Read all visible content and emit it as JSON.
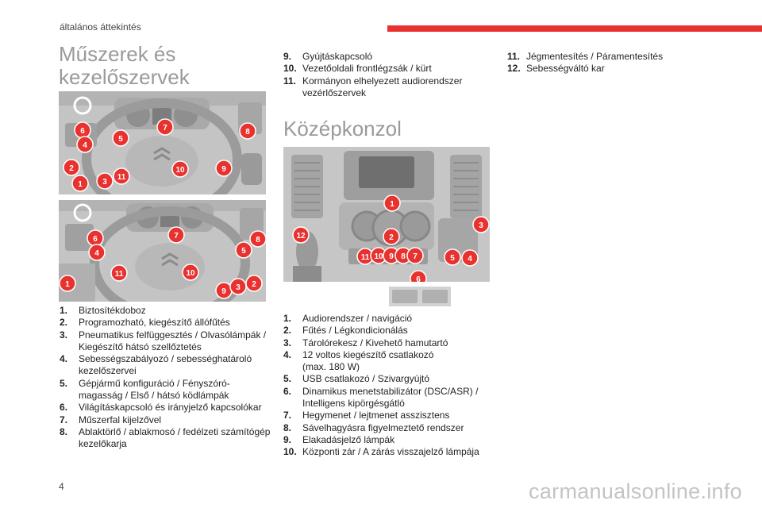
{
  "header": {
    "section": "általános áttekintés",
    "accent_color": "#e8322f"
  },
  "page_number": "4",
  "watermark": "carmanualsonline.info",
  "section1": {
    "title_line1": "Műszerek és",
    "title_line2": "kezelőszervek",
    "items": [
      {
        "num": "1.",
        "text": "Biztosítékdoboz"
      },
      {
        "num": "2.",
        "text": "Programozható, kiegészítő állófűtés"
      },
      {
        "num": "3.",
        "text": "Pneumatikus felfüggesztés / Olvasólámpák / Kiegészítő hátsó szellőztetés"
      },
      {
        "num": "4.",
        "text": "Sebességszabályozó / sebességhatároló kezelőszervei"
      },
      {
        "num": "5.",
        "text": "Gépjármű konfiguráció / Fényszóró-magasság / Első / hátsó ködlámpák"
      },
      {
        "num": "6.",
        "text": "Világításkapcsoló és irányjelző kapcsolókar"
      },
      {
        "num": "7.",
        "text": "Műszerfal kijelzővel"
      },
      {
        "num": "8.",
        "text": "Ablaktörlő / ablakmosó / fedélzeti számítógép kezelőkarja"
      },
      {
        "num": "9.",
        "text": "Gyújtáskapcsoló"
      },
      {
        "num": "10.",
        "text": "Vezetőoldali frontlégzsák / kürt"
      },
      {
        "num": "11.",
        "text": "Kormányon elhelyezett audiorendszer vezérlőszervek"
      }
    ],
    "photo1_labels": [
      "6",
      "7",
      "8",
      "5",
      "4",
      "2",
      "10",
      "9",
      "3",
      "11",
      "1"
    ],
    "photo2_labels": [
      "7",
      "6",
      "8",
      "4",
      "5",
      "11",
      "10",
      "1",
      "9",
      "3",
      "2"
    ]
  },
  "section2": {
    "title": "Középkonzol",
    "items": [
      {
        "num": "1.",
        "text": "Audiorendszer / navigáció"
      },
      {
        "num": "2.",
        "text": "Fűtés / Légkondicionálás"
      },
      {
        "num": "3.",
        "text": "Tárolórekesz / Kivehető hamutartó"
      },
      {
        "num": "4.",
        "text": "12 voltos kiegészítő csatlakozó (max. 180 W)"
      },
      {
        "num": "5.",
        "text": "USB csatlakozó / Szivargyújtó"
      },
      {
        "num": "6.",
        "text": "Dinamikus menetstabilizátor (DSC/ASR) / Intelligens kipörgésgátló"
      },
      {
        "num": "7.",
        "text": "Hegymenet / lejtmenet asszisztens"
      },
      {
        "num": "8.",
        "text": "Sávelhagyásra figyelmeztető rendszer"
      },
      {
        "num": "9.",
        "text": "Elakadásjelző lámpák"
      },
      {
        "num": "10.",
        "text": "Központi zár / A zárás visszajelző lámpája"
      },
      {
        "num": "11.",
        "text": "Jégmentesítés / Páramentesítés"
      },
      {
        "num": "12.",
        "text": "Sebességváltó kar"
      }
    ],
    "photo3_labels": [
      "1",
      "12",
      "3",
      "2",
      "11",
      "10",
      "9",
      "8",
      "7",
      "5",
      "4",
      "6"
    ]
  }
}
